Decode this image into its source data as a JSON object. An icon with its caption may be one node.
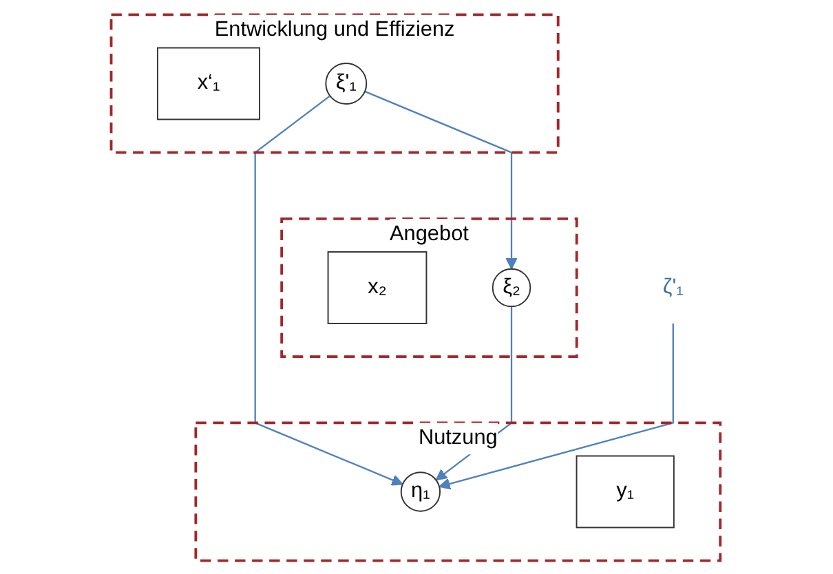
{
  "diagram": {
    "nodes": [
      {
        "text": [
          "Entwicklung und Effizienz"
        ]
      },
      {
        "text": [
          "x‘₁"
        ],
        "in": 0
      },
      {
        "text": [
          "ξ'₁"
        ],
        "in": 0
      },
      {
        "text": [
          "ζ'₁"
        ]
      },
      {
        "text": [
          "Nutzung"
        ]
      },
      {
        "text": [
          "η₁"
        ],
        "in": 4
      },
      {
        "text": [
          "y₁"
        ],
        "in": 4
      },
      {
        "text": [
          "Angebot"
        ]
      },
      {
        "text": [
          "x₂"
        ],
        "in": 7
      },
      {
        "text": [
          "ξ₂"
        ],
        "in": 7
      }
    ],
    "edges": [
      {
        "from": 2,
        "to": 9,
        "arrow": "to"
      },
      {
        "from": 2,
        "to": 5,
        "arrow": "to"
      },
      {
        "from": 9,
        "to": 5,
        "arrow": "to"
      },
      {
        "from": 3,
        "to": 5,
        "arrow": "to"
      }
    ]
  }
}
